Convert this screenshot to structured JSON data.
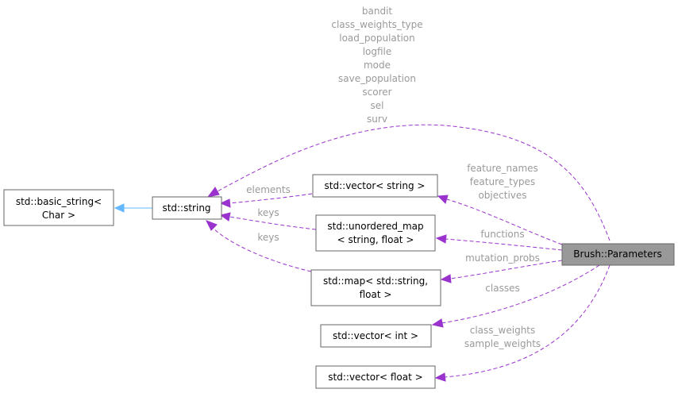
{
  "nodes": {
    "basic_string": [
      "std::basic_string<",
      "Char >"
    ],
    "string": [
      "std::string"
    ],
    "vector_string": [
      "std::vector< string >"
    ],
    "unordered_map": [
      "std::unordered_map",
      "< string, float >"
    ],
    "map": [
      "std::map< std::string,",
      "float >"
    ],
    "vector_int": [
      "std::vector< int >"
    ],
    "vector_float": [
      "std::vector< float >"
    ],
    "parameters": [
      "Brush::Parameters"
    ]
  },
  "edge_labels": {
    "string_members": [
      "bandit",
      "class_weights_type",
      "load_population",
      "logfile",
      "mode",
      "save_population",
      "scorer",
      "sel",
      "surv"
    ],
    "vector_string_members": [
      "feature_names",
      "feature_types",
      "objectives"
    ],
    "unordered_map_members": [
      "functions"
    ],
    "map_members": [
      "mutation_probs"
    ],
    "vector_int_members": [
      "classes"
    ],
    "vector_float_members": [
      "class_weights",
      "sample_weights"
    ],
    "vector_string_to_string": [
      "elements"
    ],
    "unordered_map_to_string": [
      "keys"
    ],
    "map_to_string": [
      "keys"
    ]
  },
  "colors": {
    "member_edge": "#9a32cd",
    "inherit_edge": "#63b8ff",
    "highlight_fill": "#999999",
    "label_text": "#9a9a9a"
  }
}
